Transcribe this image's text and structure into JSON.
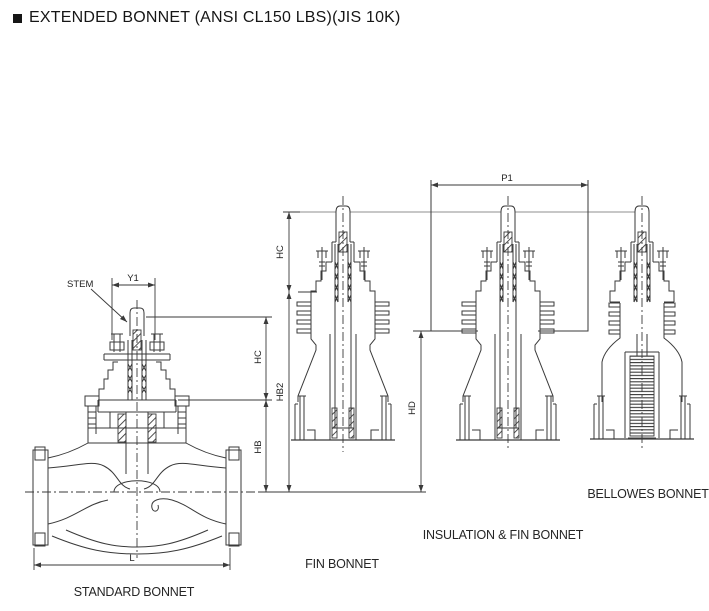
{
  "title": {
    "text": "EXTENDED BONNET (ANSI CL150 LBS)(JIS 10K)"
  },
  "drawings": {
    "standard": {
      "caption": "STANDARD BONNET",
      "labels": {
        "stem": "STEM",
        "y1": "Y1",
        "hc": "HC",
        "hb": "HB",
        "l": "L"
      }
    },
    "fin": {
      "caption": "FIN BONNET",
      "labels": {
        "hc": "HC",
        "hb2": "HB2"
      }
    },
    "insulation": {
      "caption": "INSULATION & FIN BONNET",
      "labels": {
        "p1": "P1",
        "hd": "HD"
      }
    },
    "bellows": {
      "caption": "BELLOWES BONNET"
    }
  },
  "colors": {
    "ink": "#161616",
    "drawing_line": "#3a3a3a",
    "reference_line": "#8f8f8f",
    "paper": "#ffffff"
  }
}
